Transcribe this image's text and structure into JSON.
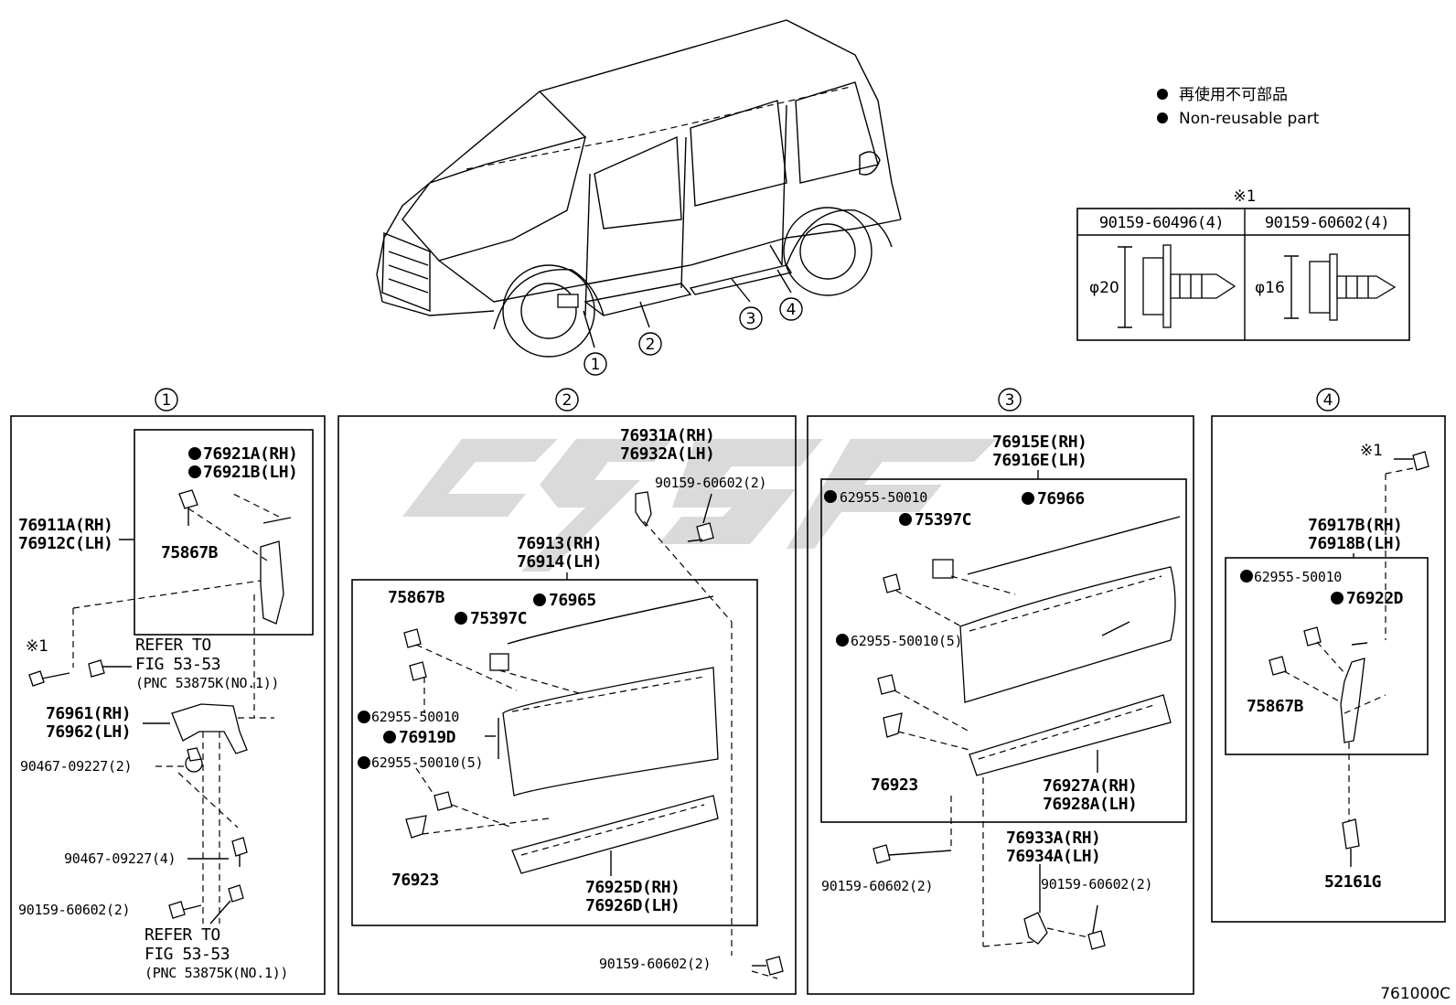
{
  "legend": {
    "japanese": "再使用不可部品",
    "english": "Non-reusable part"
  },
  "fastener_table": {
    "note": "※1",
    "col1": {
      "part": "90159-60496(4)",
      "dia": "φ20"
    },
    "col2": {
      "part": "90159-60602(4)",
      "dia": "φ16"
    }
  },
  "callouts": [
    "1",
    "2",
    "3",
    "4"
  ],
  "section1": {
    "bullet_a": "76921A(RH)",
    "bullet_b": "76921B(LH)",
    "main_rh": "76911A(RH)",
    "main_lh": "76912C(LH)",
    "clip": "75867B",
    "note": "※1",
    "refer1": "REFER TO",
    "refer1_fig": "FIG 53-53",
    "refer1_pnc": "(PNC 53875K(NO.1))",
    "flap_rh": "76961(RH)",
    "flap_lh": "76962(LH)",
    "screw1": "90467-09227(2)",
    "screw2": "90467-09227(4)",
    "bolt": "90159-60602(2)",
    "refer2": "REFER TO",
    "refer2_fig": "FIG 53-53",
    "refer2_pnc": "(PNC 53875K(NO.1))"
  },
  "section2": {
    "bracket_rh": "76931A(RH)",
    "bracket_lh": "76932A(LH)",
    "bracket_bolt": "90159-60602(2)",
    "main_rh": "76913(RH)",
    "main_lh": "76914(LH)",
    "clip": "75867B",
    "tape": "76965",
    "clip2": "75397C",
    "clip3": "62955-50010",
    "seal": "76919D",
    "clip4": "62955-50010(5)",
    "retainer": "76923",
    "lower_rh": "76925D(RH)",
    "lower_lh": "76926D(LH)",
    "bottom_bolt": "90159-60602(2)"
  },
  "section3": {
    "main_rh": "76915E(RH)",
    "main_lh": "76916E(LH)",
    "clip1": "62955-50010",
    "clip2": "75397C",
    "tape": "76966",
    "clip3": "62955-50010(5)",
    "retainer": "76923",
    "lower_rh": "76927A(RH)",
    "lower_lh": "76928A(LH)",
    "bolt_left": "90159-60602(2)",
    "bracket_rh": "76933A(RH)",
    "bracket_lh": "76934A(LH)",
    "bracket_bolt": "90159-60602(2)"
  },
  "section4": {
    "note": "※1",
    "main_rh": "76917B(RH)",
    "main_lh": "76918B(LH)",
    "clip1": "62955-50010",
    "seal": "76922D",
    "clip2": "75867B",
    "clip3": "52161G"
  },
  "diagram_id": "761000C",
  "colors": {
    "watermark": "#d6d6d6",
    "line": "#000000"
  }
}
